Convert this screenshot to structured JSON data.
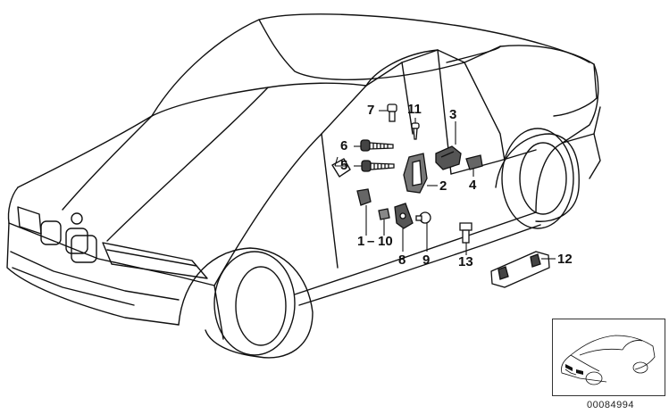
{
  "callouts": {
    "c1": "1",
    "c2": "2",
    "c3": "3",
    "c4": "4",
    "c5": "5",
    "c6": "6",
    "c7": "7",
    "c8": "8",
    "c9": "9",
    "c10": "10",
    "c11": "11",
    "c12": "12",
    "c13": "13"
  },
  "diagram_code": "00084994",
  "icons": {
    "car": "car-outline-icon",
    "thumbnail": "car-thumbnail-icon"
  }
}
